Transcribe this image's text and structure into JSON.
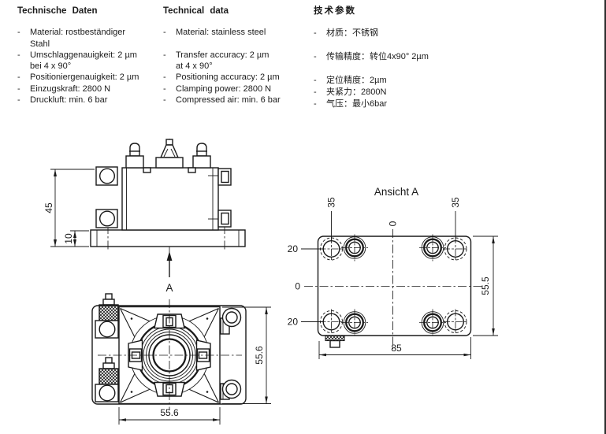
{
  "tech_specs": {
    "bullet": "-",
    "german": {
      "title": "Technische Daten",
      "rows": [
        "Material: rostbeständiger",
        "Stahl",
        "Umschlaggenauigkeit: 2 µm",
        "bei 4 x 90°",
        "Positioniergenauigkeit: 2 µm",
        "Einzugskraft: 2800 N",
        "Druckluft: min. 6 bar"
      ]
    },
    "english": {
      "title": "Technical data",
      "rows": [
        "Material: stainless steel",
        "",
        "Transfer accuracy: 2 µm",
        "at 4 x 90°",
        "Positioning accuracy: 2 µm",
        "Clamping power: 2800 N",
        "Compressed air: min. 6 bar"
      ]
    },
    "chinese": {
      "title": "技术参数",
      "rows": [
        "材质：不锈钢",
        "",
        "传输精度：转位4x90° 2µm",
        "",
        "定位精度：2µm",
        "夹紧力：2800N",
        "气压：最小6bar"
      ]
    }
  },
  "side_view": {
    "dim_total_height": "45",
    "dim_base_height": "10",
    "view_arrow_label": "A"
  },
  "front_view": {
    "dim_width": "55.6",
    "dim_height": "55.6"
  },
  "ansicht_view": {
    "title": "Ansicht A",
    "dim_hole_offset_left": "35",
    "dim_zero_top": "0",
    "dim_hole_offset_right": "35",
    "dim_row_top": "20",
    "dim_zero_left": "0",
    "dim_row_bottom": "20",
    "dim_width": "85",
    "dim_height": "55.5"
  }
}
